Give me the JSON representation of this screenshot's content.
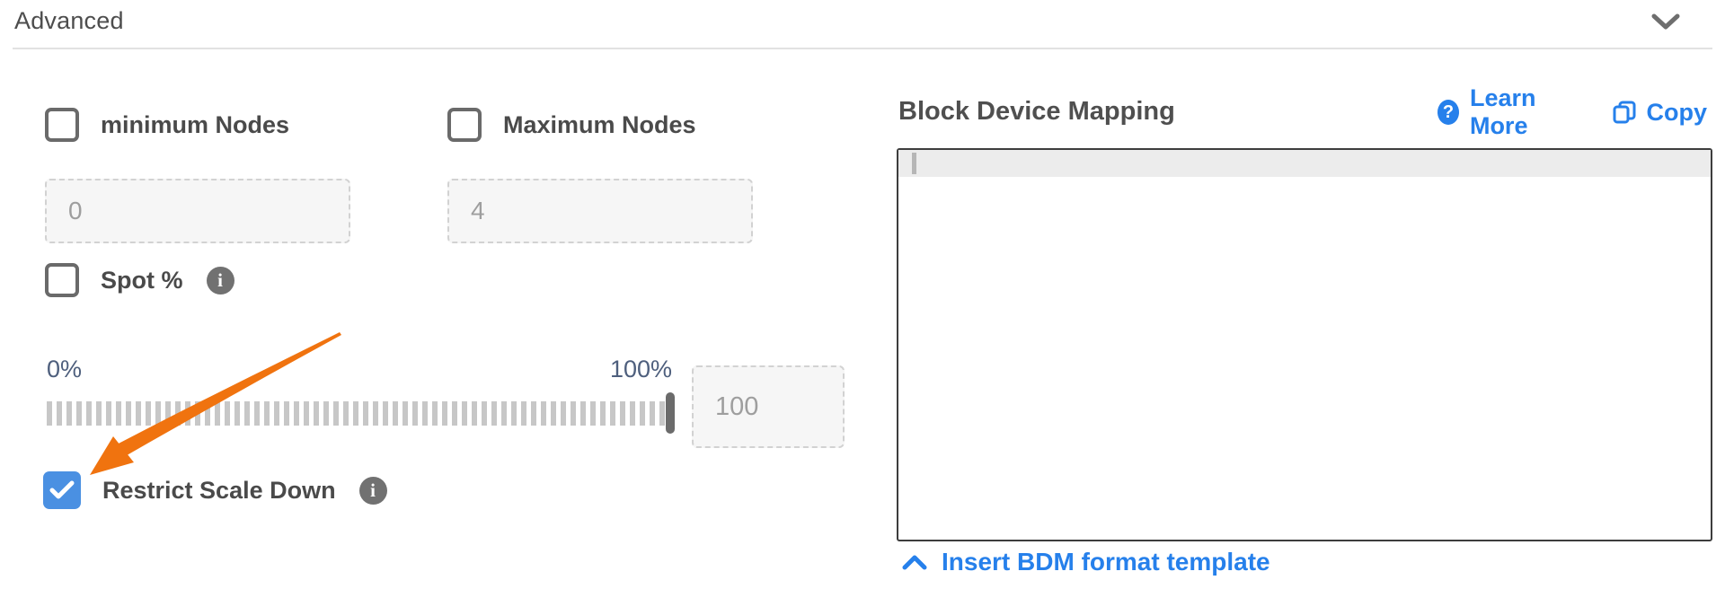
{
  "header": {
    "title": "Advanced"
  },
  "fields": {
    "min_nodes": {
      "label": "minimum Nodes",
      "checked": false,
      "value": "0"
    },
    "max_nodes": {
      "label": "Maximum Nodes",
      "checked": false,
      "value": "4"
    },
    "spot_pct": {
      "label": "Spot %",
      "checked": false
    },
    "slider": {
      "min_label": "0%",
      "max_label": "100%",
      "value": "100",
      "position_pct": 100
    },
    "restrict_scale_down": {
      "label": "Restrict Scale Down",
      "checked": true
    }
  },
  "info_glyph": "i",
  "bdm": {
    "title": "Block Device Mapping",
    "learn_more_label": "Learn More",
    "learn_more_glyph": "?",
    "copy_label": "Copy",
    "editor_content": "",
    "insert_template_label": "Insert BDM format template"
  },
  "icons": {
    "header_collapse": "chevron-down-icon",
    "insert_template": "chevron-up-icon",
    "learn_more": "question-circle-icon",
    "copy": "copy-icon",
    "info": "info-icon",
    "annotation": "orange-arrow"
  },
  "colors": {
    "label_text": "#4a4a4a",
    "link_blue": "#2680eb",
    "checkbox_checked_blue": "#4a90e2",
    "slider_label_blue_gray": "#4e5f7d",
    "arrow_orange": "#f0730f",
    "editor_border": "#3d3d3d",
    "input_placeholder_gray": "#9e9e9e"
  }
}
